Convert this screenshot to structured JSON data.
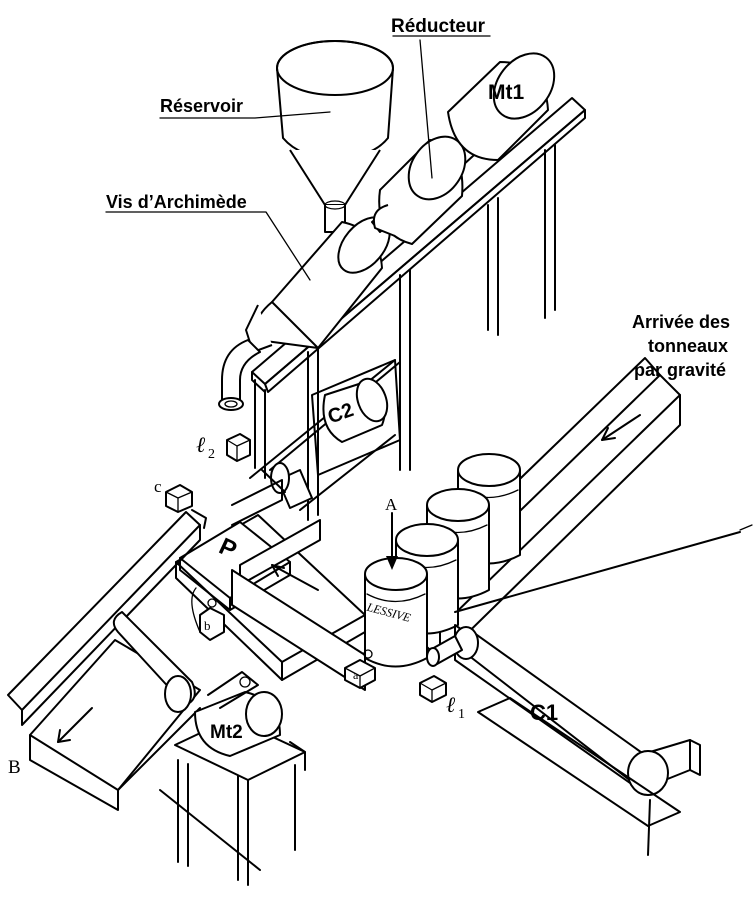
{
  "labels": {
    "reducteur": "Réducteur",
    "mt1": "Mt1",
    "reservoir": "Réservoir",
    "vis": "Vis d’Archimède",
    "arrivee_line1": "Arrivée des",
    "arrivee_line2": "tonneaux",
    "arrivee_line3": "par gravité",
    "l2": "ℓ",
    "l2_sub": "2",
    "c2": "C2",
    "c": "c",
    "p": "P",
    "a_upper": "A",
    "lessive": "LESSIVE",
    "b_lower": "b",
    "a_lower": "a",
    "l1": "ℓ",
    "l1_sub": "1",
    "c1": "C1",
    "mt2": "Mt2",
    "b_upper": "B"
  }
}
